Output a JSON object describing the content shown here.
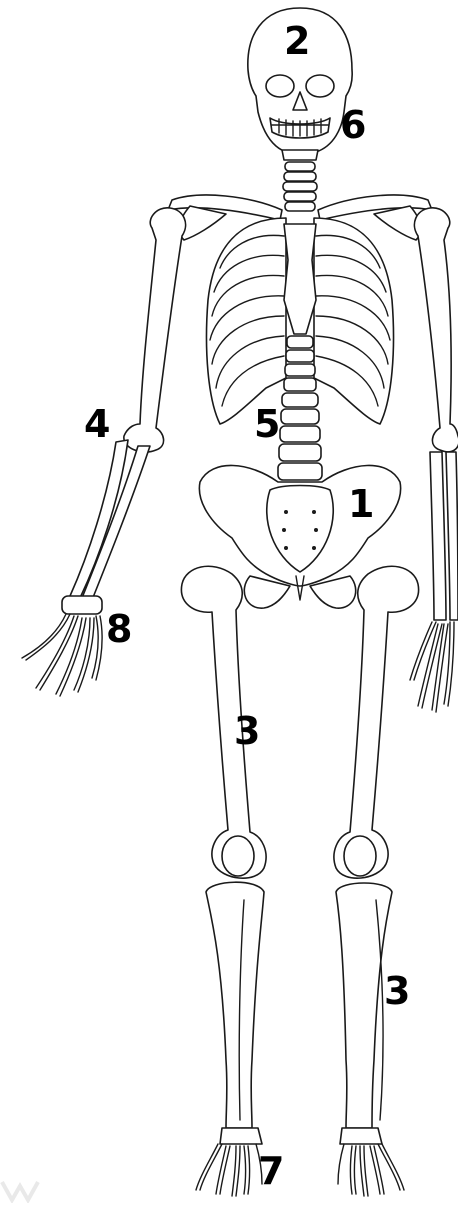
{
  "labels": {
    "pelvis": "1",
    "skull": "2",
    "femur": "3",
    "tibia": "3",
    "humerus": "4",
    "spine": "5",
    "jaw": "6",
    "foot": "7",
    "hand": "8"
  }
}
